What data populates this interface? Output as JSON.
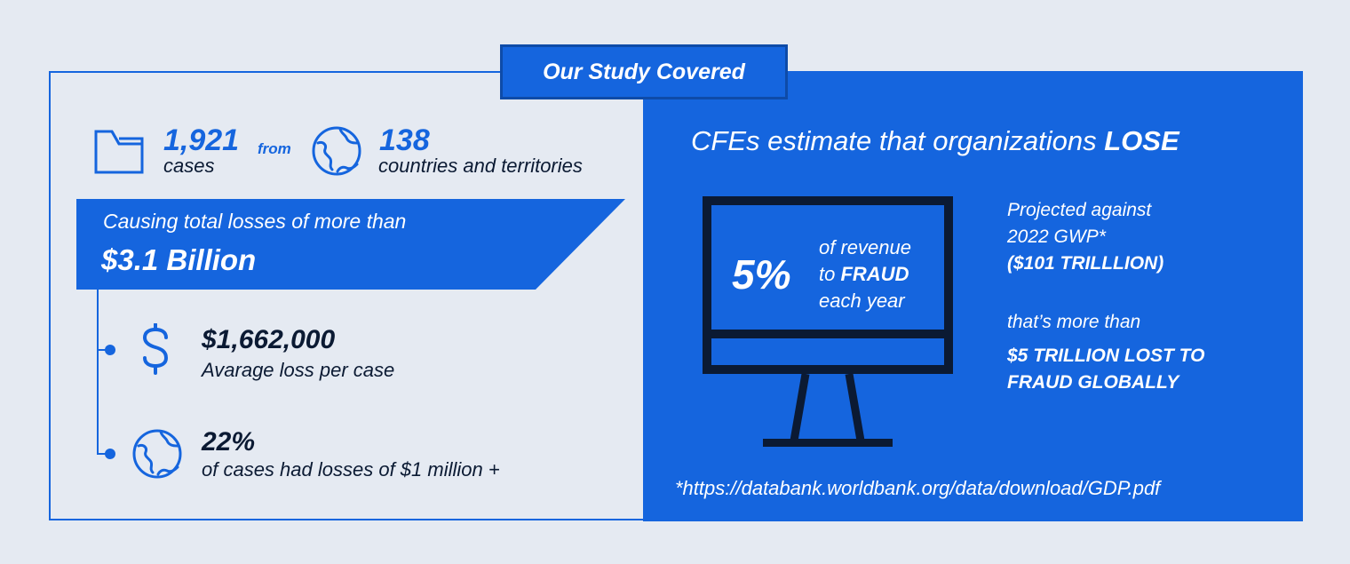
{
  "header": {
    "title": "Our Study Covered"
  },
  "colors": {
    "background": "#E5EAF2",
    "accent_blue": "#1565DE",
    "dark_navy": "#0B1A33",
    "tab_border": "#0E4BA8",
    "white": "#FFFFFF"
  },
  "left_panel": {
    "cases": {
      "icon": "folder-icon",
      "value": "1,921",
      "label": "cases"
    },
    "connector_word": "from",
    "countries": {
      "icon": "globe-icon",
      "value": "138",
      "label": "countries and territories"
    },
    "banner": {
      "line1": "Causing total losses of more than",
      "line2": "$3.1 Billion"
    },
    "stats": [
      {
        "icon": "dollar-icon",
        "value": "$1,662,000",
        "label": "Avarage loss per case"
      },
      {
        "icon": "globe-icon",
        "value": "22%",
        "label": "of cases had losses of $1 million +"
      }
    ]
  },
  "right_panel": {
    "headline_prefix": "CFEs estimate that organizations ",
    "headline_emphasis": "LOSE",
    "monitor": {
      "icon": "monitor-icon",
      "percent": "5%",
      "line1": "of revenue",
      "line2_prefix": "to ",
      "line2_emphasis": "FRAUD",
      "line3": "each year"
    },
    "projection": {
      "line1": "Projected against",
      "line2": "2022 GWP*",
      "line3": "($101 TRILLLION)"
    },
    "conclusion": {
      "line1": "that’s more than",
      "line2": "$5 TRILLION LOST TO",
      "line3": "FRAUD GLOBALLY"
    },
    "footnote": "*https://databank.worldbank.org/data/download/GDP.pdf"
  }
}
